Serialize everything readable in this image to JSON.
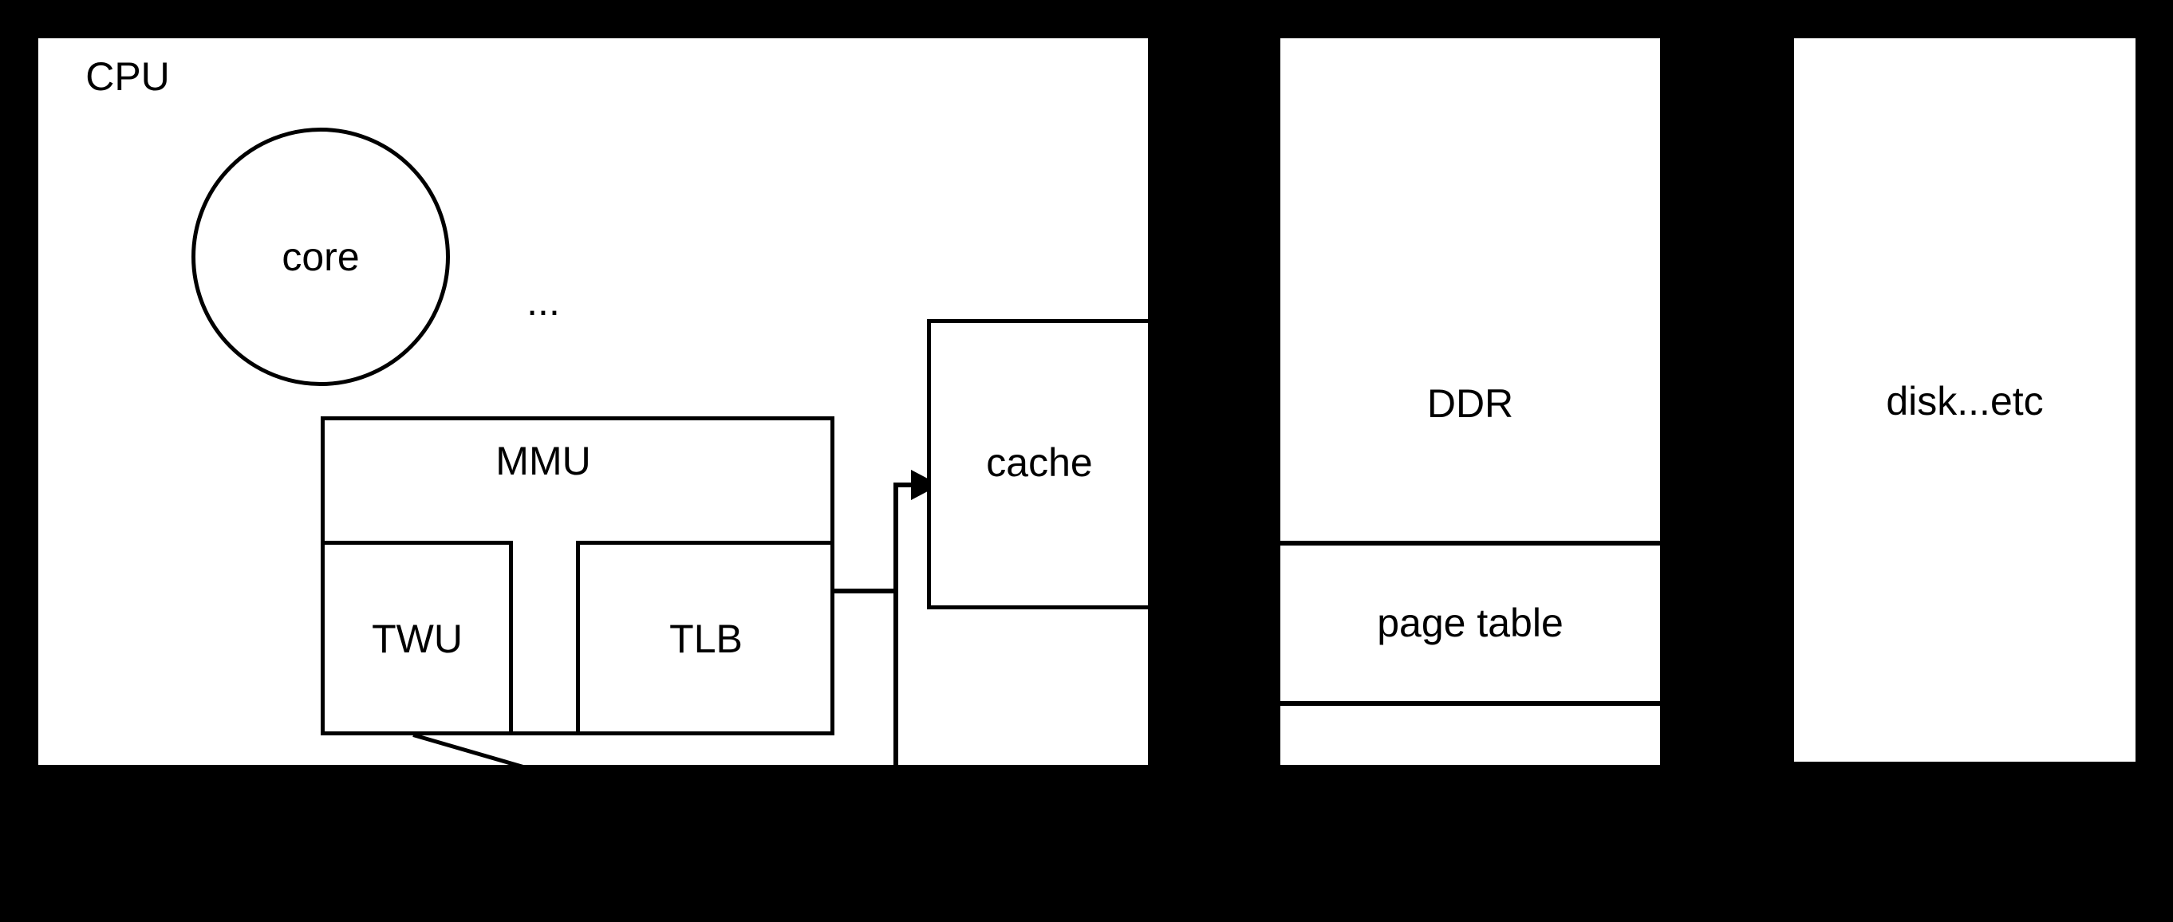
{
  "diagram": {
    "colors": {
      "background": "#000000",
      "shape_fill": "#ffffff",
      "stroke": "#000000"
    },
    "cpu": {
      "label": "CPU"
    },
    "core": {
      "label": "core"
    },
    "ellipsis": {
      "label": "..."
    },
    "mmu": {
      "label": "MMU"
    },
    "twu": {
      "label": "TWU"
    },
    "tlb": {
      "label": "TLB"
    },
    "cache": {
      "label": "cache"
    },
    "ddr": {
      "label": "DDR"
    },
    "page_table": {
      "label": "page table"
    },
    "disk": {
      "label": "disk...etc"
    }
  }
}
